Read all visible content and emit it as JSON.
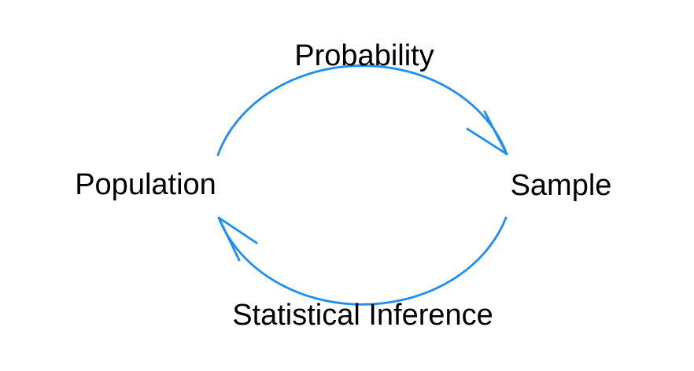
{
  "colors": {
    "arrow": "#1f8ef2",
    "text": "#000000",
    "background": "#ffffff"
  },
  "nodes": [
    {
      "id": "population",
      "label": "Population"
    },
    {
      "id": "sample",
      "label": "Sample"
    }
  ],
  "edges": [
    {
      "id": "probability",
      "label": "Probability",
      "from": "Population",
      "to": "Sample",
      "position": "top-arc"
    },
    {
      "id": "statistical-inference",
      "label": "Statistical Inference",
      "from": "Sample",
      "to": "Population",
      "position": "bottom-arc"
    }
  ]
}
